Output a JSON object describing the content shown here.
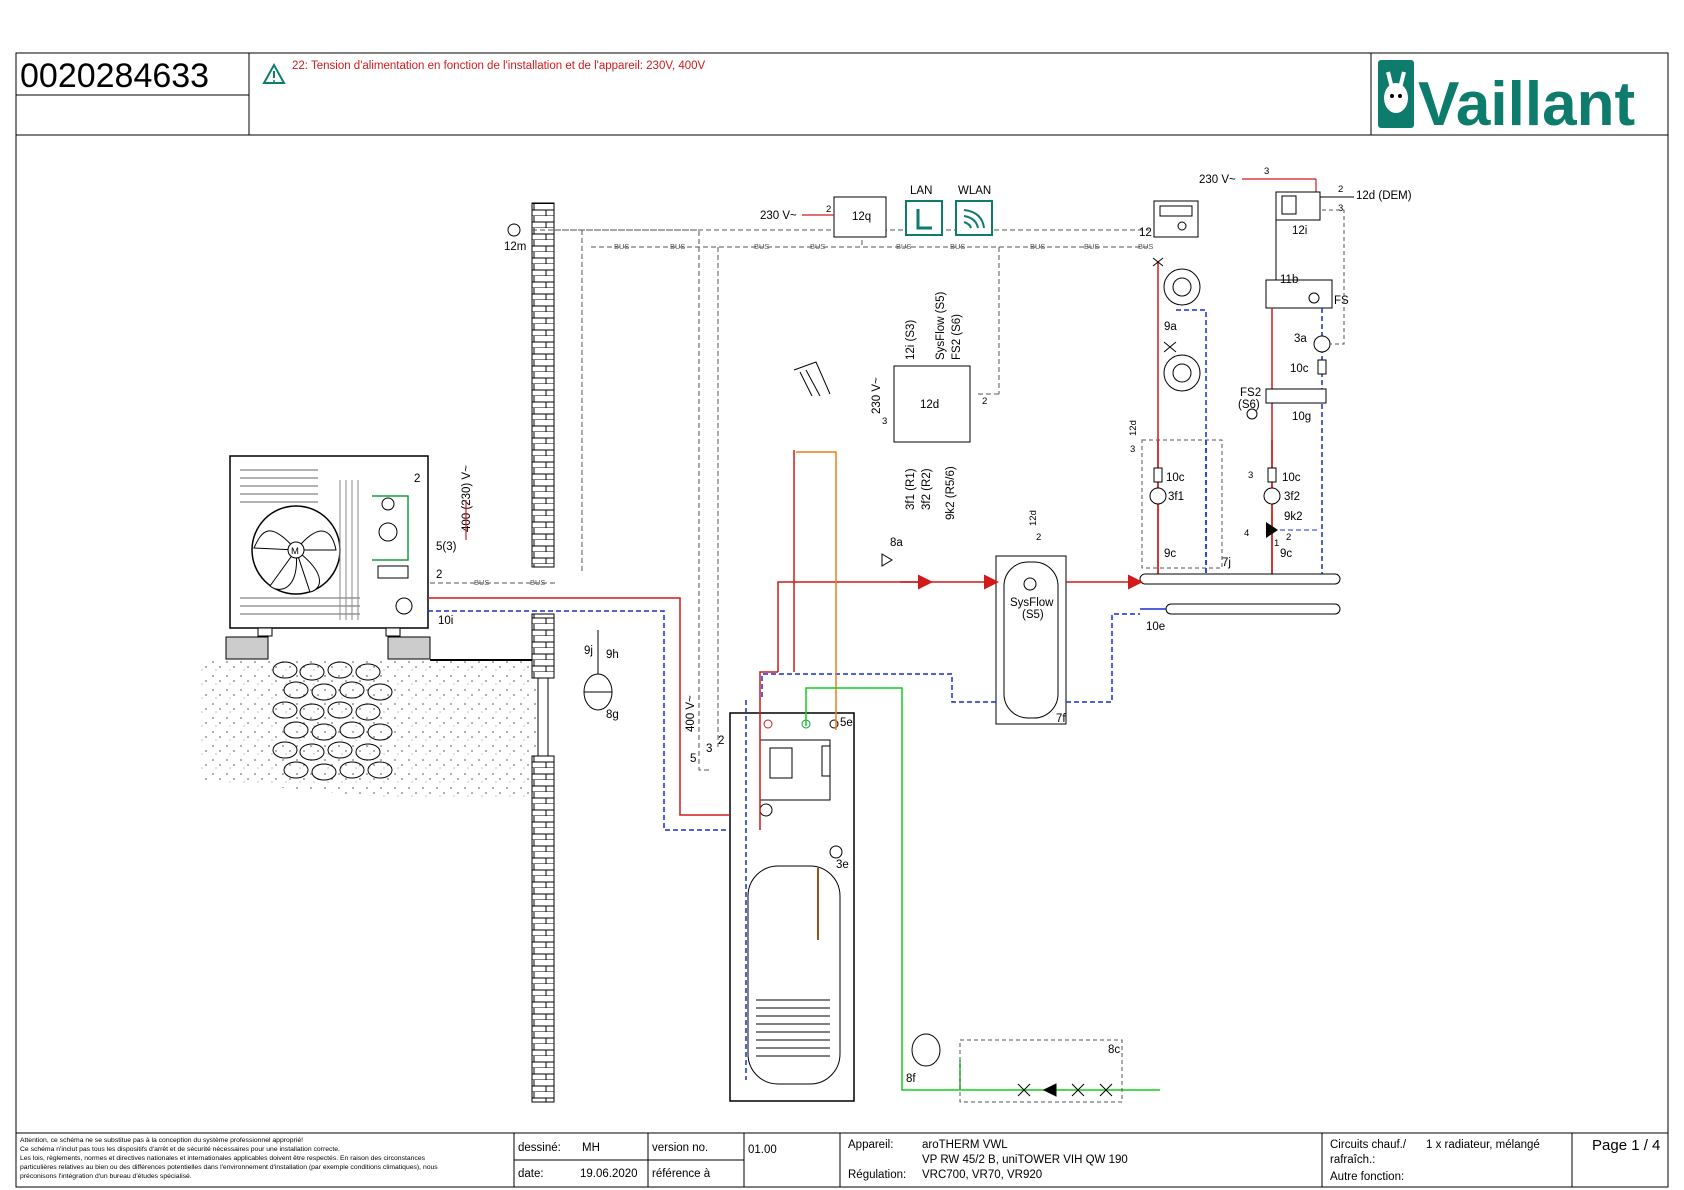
{
  "header": {
    "doc_number": "0020284633",
    "warning_text": "22: Tension d'alimentation en fonction de l'installation et de l'appareil: 230V, 400V",
    "brand": "Vaillant",
    "brand_color": "#0d7c6c",
    "warning_color": "#d11a1a"
  },
  "icons": {
    "warning": "warning-triangle-icon",
    "lan": "lan-icon",
    "wlan": "wlan-icon",
    "logo": "vaillant-hare-logo-icon"
  },
  "labels": {
    "bus": "BUS",
    "v230": "230 V~",
    "v400_230": "400 (230) V~",
    "v400": "400 V~",
    "lan": "LAN",
    "wlan": "WLAN",
    "c12q": "12q",
    "c12m": "12m",
    "c12": "12",
    "c12i": "12i",
    "c12d_dem": "12d (DEM)",
    "c11b": "11b",
    "fs": "FS",
    "c3a": "3a",
    "c10c": "10c",
    "fs2": "FS2",
    "s6": "(S6)",
    "c10g": "10g",
    "c9a": "9a",
    "c12d": "12d",
    "c12i_s3": "12i (S3)",
    "sysflow_s5": "SysFlow (S5)",
    "fs2_s6": "FS2 (S6)",
    "c3f1_r1": "3f1 (R1)",
    "c3f2_r2": "3f2 (R2)",
    "c9k2_r56": "9k2 (R5/6)",
    "c3f1": "3f1",
    "c3f2": "3f2",
    "c9k2": "9k2",
    "c9c": "9c",
    "c7j": "7j",
    "c10e": "10e",
    "sysflow": "SysFlow",
    "s5": "(S5)",
    "c7f": "7f",
    "c8a": "8a",
    "c2": "2",
    "c3": "3",
    "c4": "4",
    "c5": "5",
    "c1": "1",
    "c5_3": "5(3)",
    "c10i": "10i",
    "c9j": "9j",
    "c9h": "9h",
    "c8g": "8g",
    "c5e": "5e",
    "c3e": "3e",
    "c8f": "8f",
    "c8c": "8c",
    "motor": "M"
  },
  "footer": {
    "disclaimer": [
      "Attention, ce schéma ne se substitue pas à la conception du système professionnel approprié!",
      "Ce schéma n'inclut pas tous les dispositifs d'arrêt et de sécurité nécessaires pour une installation correcte.",
      "Les lois, règlements, normes et directives nationales et internationales applicables doivent être respectés. En raison des circonstances",
      "particulières relatives au bien ou des différences potentielles dans l'environnement d'installation (par exemple conditions climatiques), nous",
      "préconisons l'intégration d'un bureau d'études spécialisé."
    ],
    "drawn_label": "dessiné:",
    "drawn_value": "MH",
    "date_label": "date:",
    "date_value": "19.06.2020",
    "version_label": "version no.",
    "version_value": "01.00",
    "reference_label": "référence à",
    "reference_value": "",
    "appareil_label": "Appareil:",
    "appareil_line1": "aroTHERM VWL",
    "appareil_line2": "VP RW 45/2 B, uniTOWER VIH QW 190",
    "regulation_label": "Régulation:",
    "regulation_value": "VRC700, VR70, VR920",
    "circuits_label": "Circuits chauf./",
    "circuits_label2": "rafraîch.:",
    "circuits_value": "1 x radiateur, mélangé",
    "autre_label": "Autre fonction:",
    "autre_value": "",
    "page": "Page 1 / 4"
  }
}
